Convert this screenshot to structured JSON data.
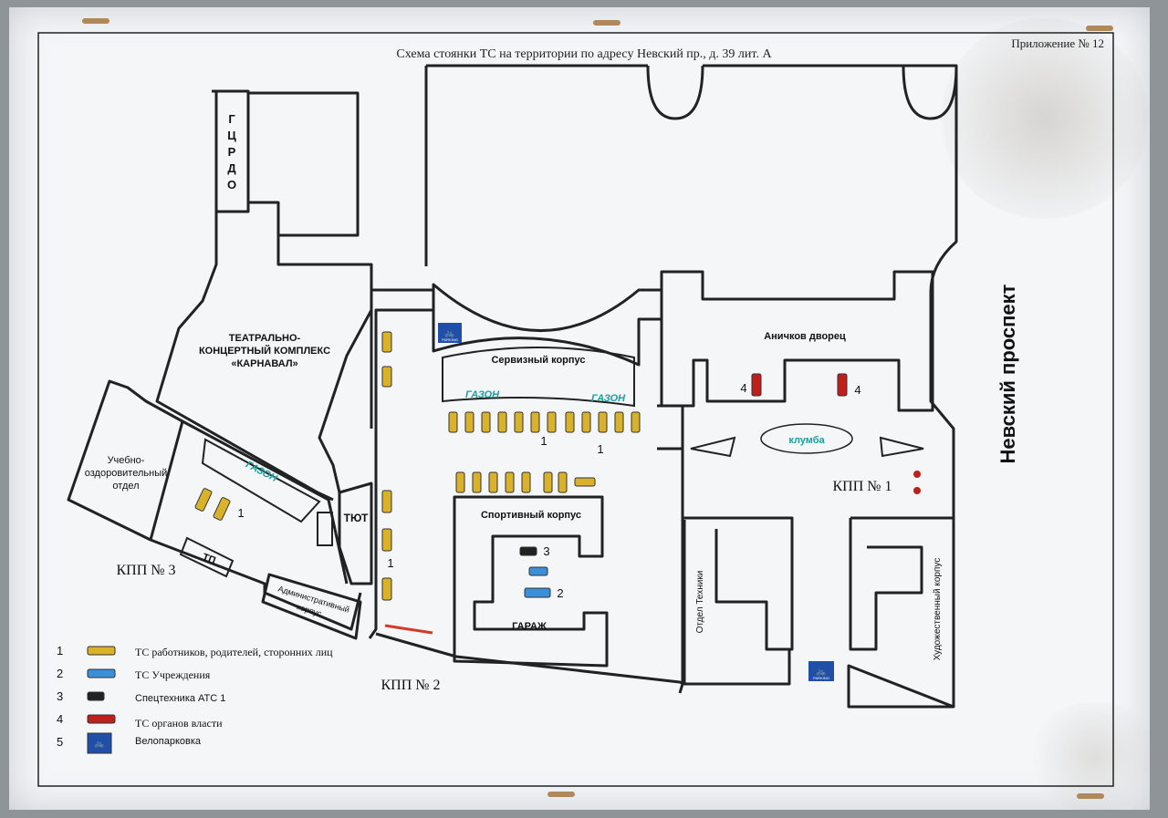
{
  "header": {
    "title": "Схема стоянки ТС на территории по адресу Невский пр., д. 39 лит. А",
    "appendix": "Приложение № 12"
  },
  "street": "Невский проспект",
  "buildings": {
    "gcrdo": "ГЦРДО",
    "theatre_line1": "ТЕАТРАЛЬНО-",
    "theatre_line2": "КОНЦЕРТНЫЙ КОМПЛЕКС",
    "theatre_line3": "«КАРНАВАЛ»",
    "health_line1": "Учебно-",
    "health_line2": "оздоровительный",
    "health_line3": "отдел",
    "tyut": "ТЮТ",
    "tp": "ТП",
    "admin_line1": "Административный",
    "admin_line2": "корпус",
    "service": "Сервизный корпус",
    "sport": "Спортивный корпус",
    "garage": "ГАРАЖ",
    "anichkov": "Аничков дворец",
    "klumba": "клумба",
    "tech": "Отдел Техники",
    "art": "Художественный корпус"
  },
  "lawns": [
    "ГАЗОН",
    "ГАЗОН",
    "ГАЗОН"
  ],
  "checkpoints": [
    "КПП № 1",
    "КПП № 2",
    "КПП № 3"
  ],
  "zone_numbers": {
    "n1": "1",
    "n2": "2",
    "n3": "3",
    "n4": "4"
  },
  "legend": [
    {
      "num": "1",
      "text": "ТС работников, родителей, сторонних лиц",
      "color": "#d9b22a"
    },
    {
      "num": "2",
      "text": "ТС Учреждения",
      "color": "#3a8fd8"
    },
    {
      "num": "3",
      "text": "Спецтехника АТС 1",
      "color": "#222222"
    },
    {
      "num": "4",
      "text": "ТС органов власти",
      "color": "#c0201a"
    },
    {
      "num": "5",
      "text": "Велопарковка",
      "color": "#1f4fa8"
    }
  ],
  "parking_sign": "PARKING",
  "colors": {
    "employees": "#d9b22a",
    "institution": "#3a8fd8",
    "special": "#222222",
    "authorities": "#c0201a",
    "bike": "#1f4fa8",
    "lawn_text": "#1aa0a0"
  }
}
